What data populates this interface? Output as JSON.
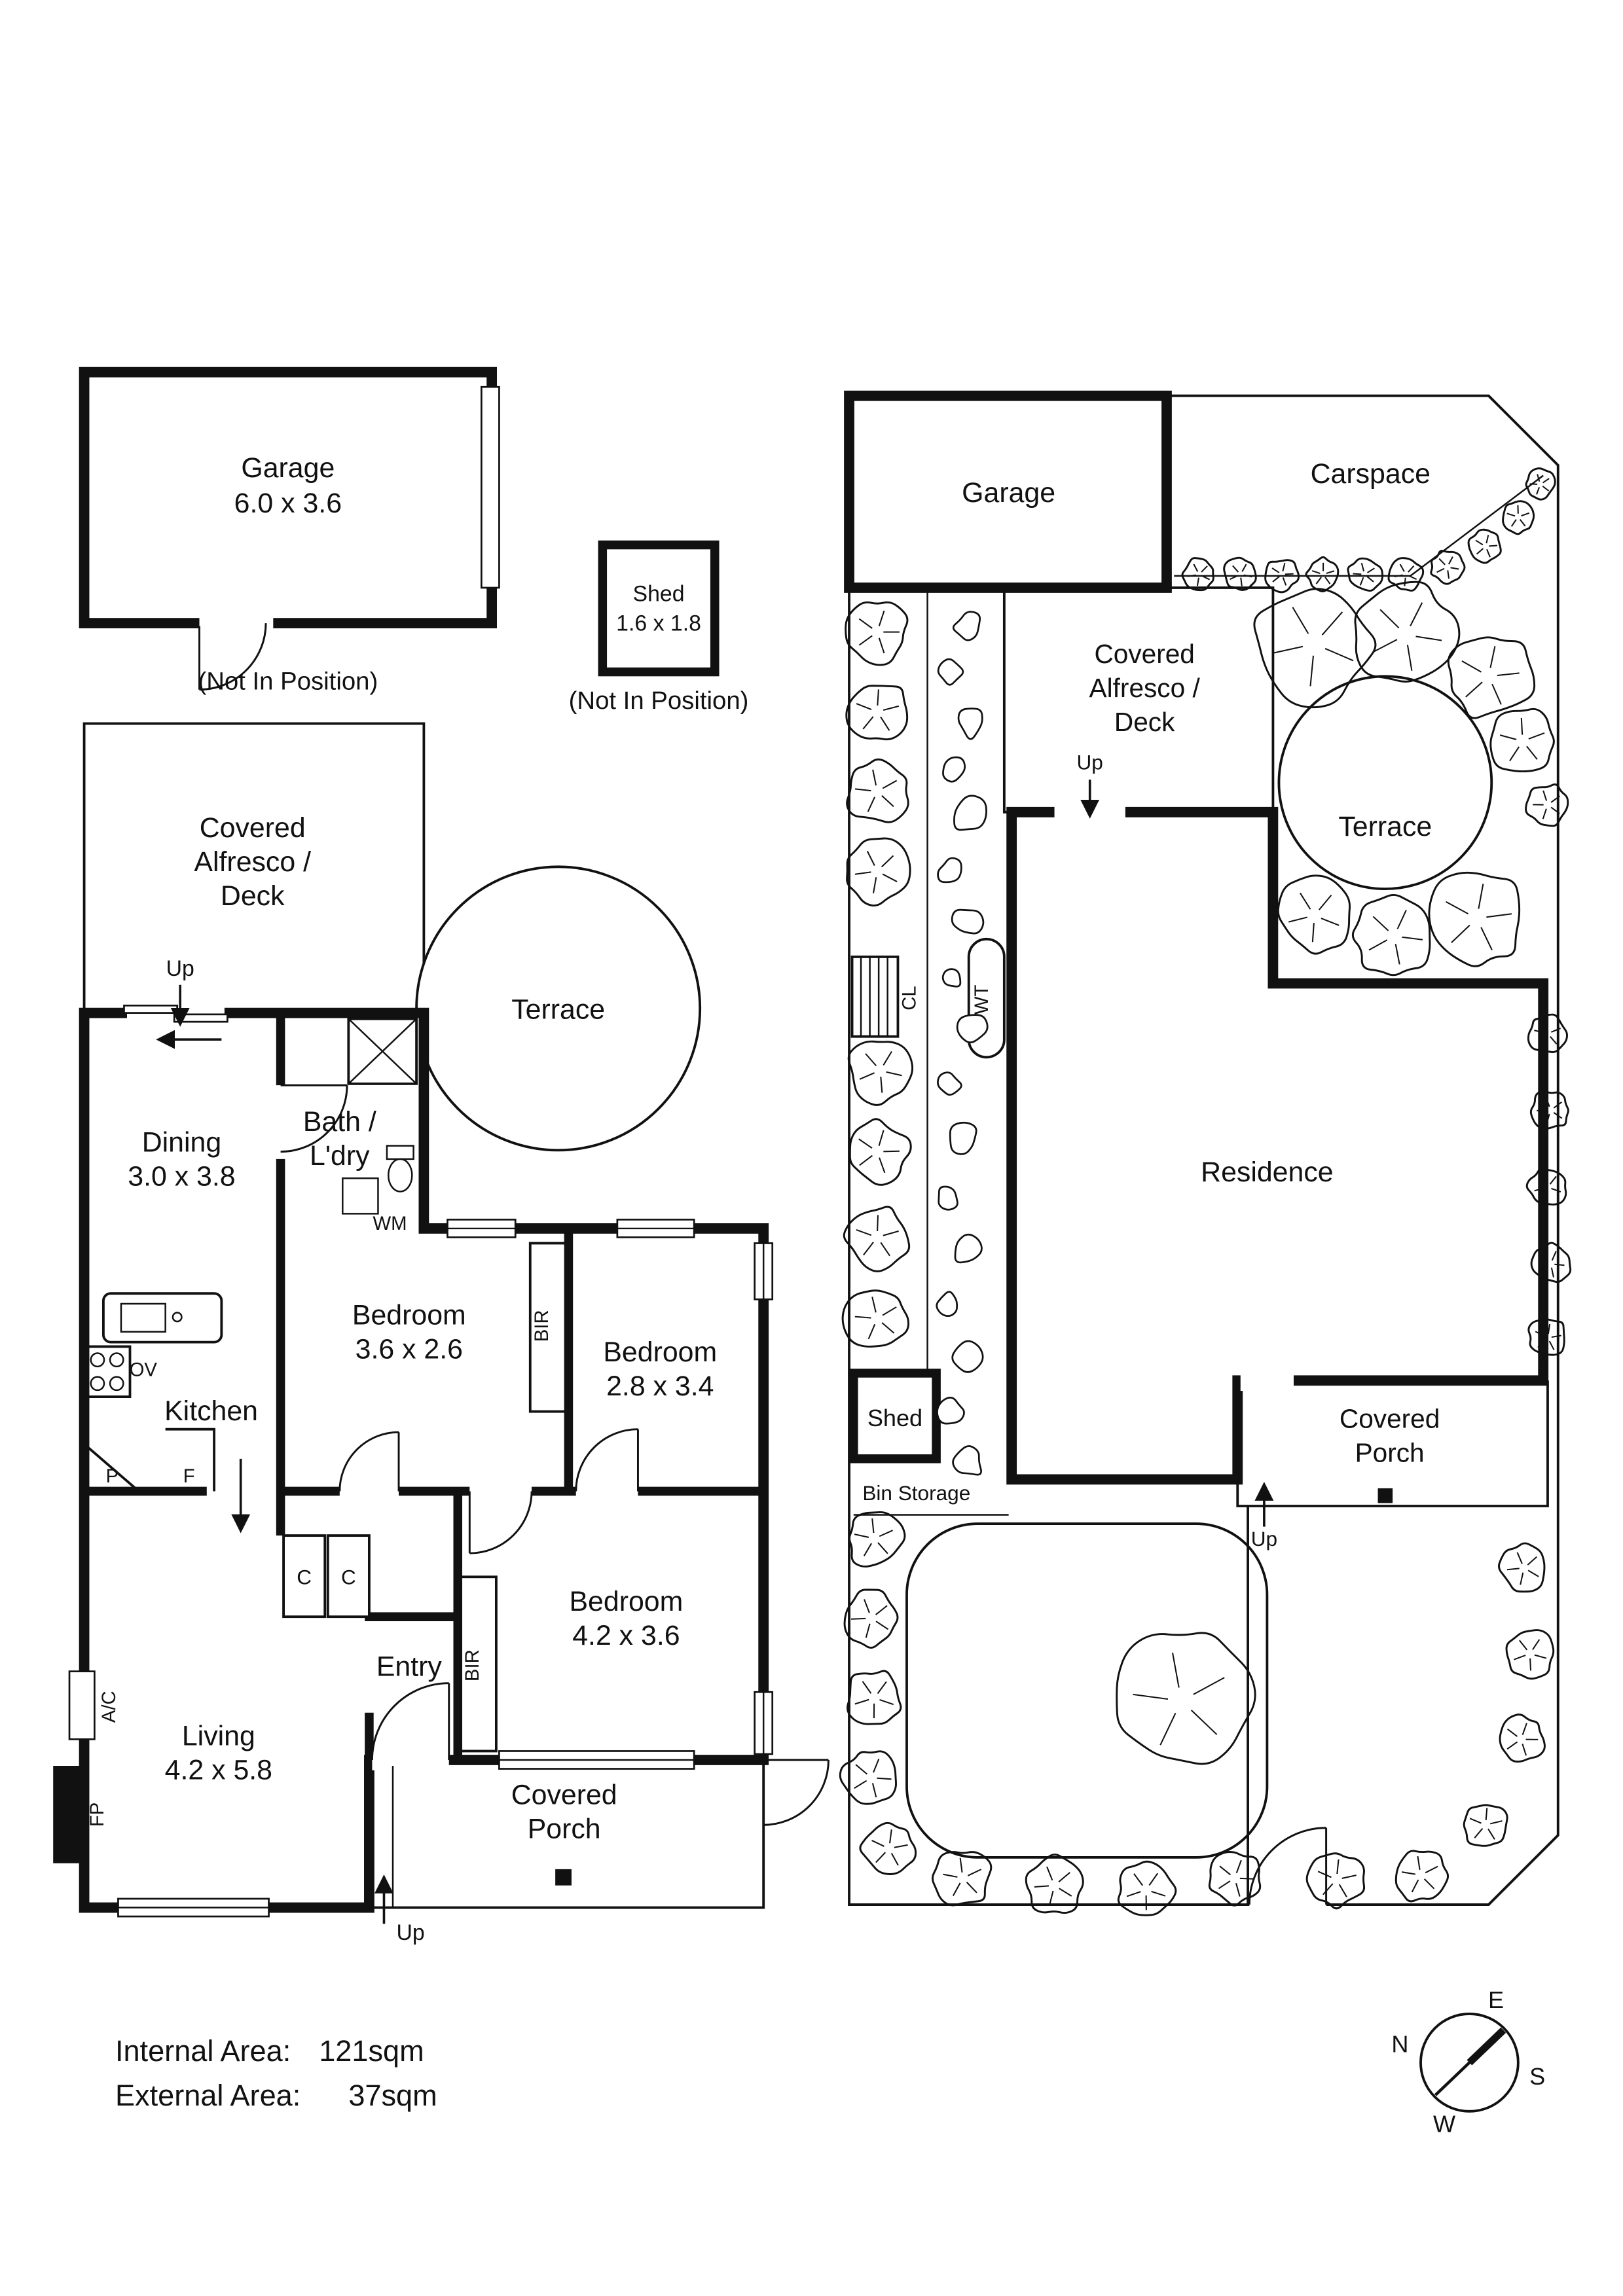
{
  "page": {
    "background": "#ffffff",
    "ink": "#111111"
  },
  "floorplan": {
    "garage": {
      "name": "Garage",
      "dims": "6.0 x 3.6"
    },
    "garage_note": "(Not In Position)",
    "shed": {
      "name": "Shed",
      "dims": "1.6 x 1.8"
    },
    "shed_note": "(Not In Position)",
    "alfresco": {
      "line1": "Covered",
      "line2": "Alfresco /",
      "line3": "Deck"
    },
    "terrace_label": "Terrace",
    "up_deck": "Up",
    "dining": {
      "name": "Dining",
      "dims": "3.0 x 3.8"
    },
    "bath": {
      "line1": "Bath /",
      "line2": "L'dry"
    },
    "wm_label": "WM",
    "bedroom1": {
      "name": "Bedroom",
      "dims": "3.6 x 2.6"
    },
    "bir1_label": "BIR",
    "bedroom2": {
      "name": "Bedroom",
      "dims": "2.8 x 3.4"
    },
    "kitchen_label": "Kitchen",
    "ov_label": "OV",
    "p_label": "P",
    "f_label": "F",
    "closet1_label": "C",
    "closet2_label": "C",
    "entry_label": "Entry",
    "bedroom3": {
      "name": "Bedroom",
      "dims": "4.2 x 3.6"
    },
    "bir2_label": "BIR",
    "living": {
      "name": "Living",
      "dims": "4.2 x 5.8"
    },
    "ac_label": "A/C",
    "fp_label": "FP",
    "porch": {
      "line1": "Covered",
      "line2": "Porch"
    },
    "up_porch": "Up"
  },
  "siteplan": {
    "garage_label": "Garage",
    "carspace_label": "Carspace",
    "alfresco": {
      "line1": "Covered",
      "line2": "Alfresco /",
      "line3": "Deck"
    },
    "up_deck": "Up",
    "terrace_label": "Terrace",
    "cl_label": "CL",
    "wt_label": "WT",
    "residence_label": "Residence",
    "shed_label": "Shed",
    "bin_label": "Bin Storage",
    "porch": {
      "line1": "Covered",
      "line2": "Porch"
    },
    "up_porch": "Up"
  },
  "footer": {
    "internal_label": "Internal Area:",
    "internal_value": "121sqm",
    "external_label": "External Area:",
    "external_value": "37sqm"
  },
  "compass": {
    "n": "N",
    "e": "E",
    "s": "S",
    "w": "W"
  }
}
